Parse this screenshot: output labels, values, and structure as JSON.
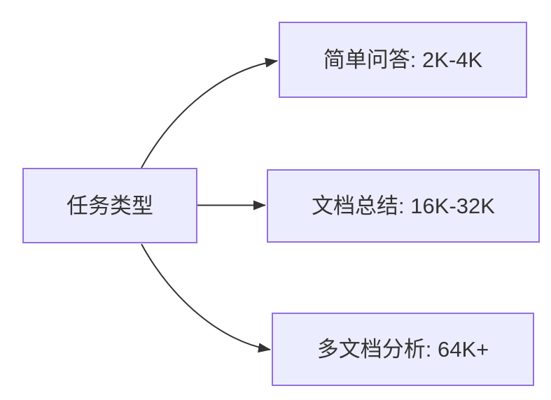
{
  "diagram": {
    "type": "flowchart",
    "direction": "left-to-right",
    "root": {
      "label": "任务类型"
    },
    "branches": [
      {
        "label": "简单问答: 2K-4K"
      },
      {
        "label": "文档总结: 16K-32K"
      },
      {
        "label": "多文档分析: 64K+"
      }
    ],
    "colors": {
      "node_fill": "#ECECFF",
      "node_border": "#9370DB",
      "edge_stroke": "#333333",
      "text": "#333333",
      "background": "#FFFFFF"
    }
  }
}
